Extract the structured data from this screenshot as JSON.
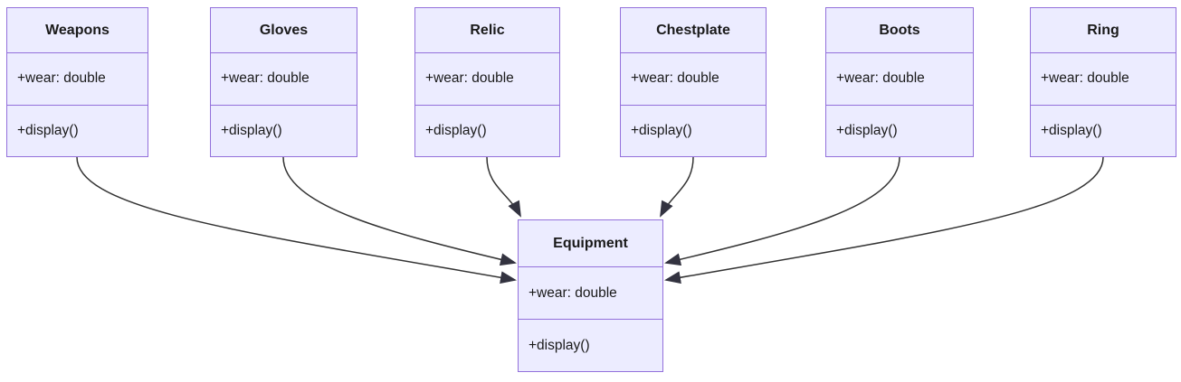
{
  "diagram": {
    "type": "uml-class-diagram",
    "classes": [
      {
        "name": "Weapons",
        "attributes": [
          "+wear: double"
        ],
        "methods": [
          "+display()"
        ]
      },
      {
        "name": "Gloves",
        "attributes": [
          "+wear: double"
        ],
        "methods": [
          "+display()"
        ]
      },
      {
        "name": "Relic",
        "attributes": [
          "+wear: double"
        ],
        "methods": [
          "+display()"
        ]
      },
      {
        "name": "Chestplate",
        "attributes": [
          "+wear: double"
        ],
        "methods": [
          "+display()"
        ]
      },
      {
        "name": "Boots",
        "attributes": [
          "+wear: double"
        ],
        "methods": [
          "+display()"
        ]
      },
      {
        "name": "Ring",
        "attributes": [
          "+wear: double"
        ],
        "methods": [
          "+display()"
        ]
      },
      {
        "name": "Equipment",
        "attributes": [
          "+wear: double"
        ],
        "methods": [
          "+display()"
        ]
      }
    ],
    "edges": [
      {
        "from": "Weapons",
        "to": "Equipment",
        "line": "solid",
        "arrowhead": "filled-triangle"
      },
      {
        "from": "Gloves",
        "to": "Equipment",
        "line": "solid",
        "arrowhead": "filled-triangle"
      },
      {
        "from": "Relic",
        "to": "Equipment",
        "line": "solid",
        "arrowhead": "filled-triangle"
      },
      {
        "from": "Chestplate",
        "to": "Equipment",
        "line": "solid",
        "arrowhead": "filled-triangle"
      },
      {
        "from": "Boots",
        "to": "Equipment",
        "line": "solid",
        "arrowhead": "filled-triangle"
      },
      {
        "from": "Ring",
        "to": "Equipment",
        "line": "solid",
        "arrowhead": "filled-triangle"
      }
    ],
    "colors": {
      "class_fill": "#ECECFF",
      "class_border": "#9370DB",
      "edge_line": "#333333",
      "arrowhead": "#333340",
      "text": "#1a1a1a",
      "background": "#ffffff"
    }
  }
}
